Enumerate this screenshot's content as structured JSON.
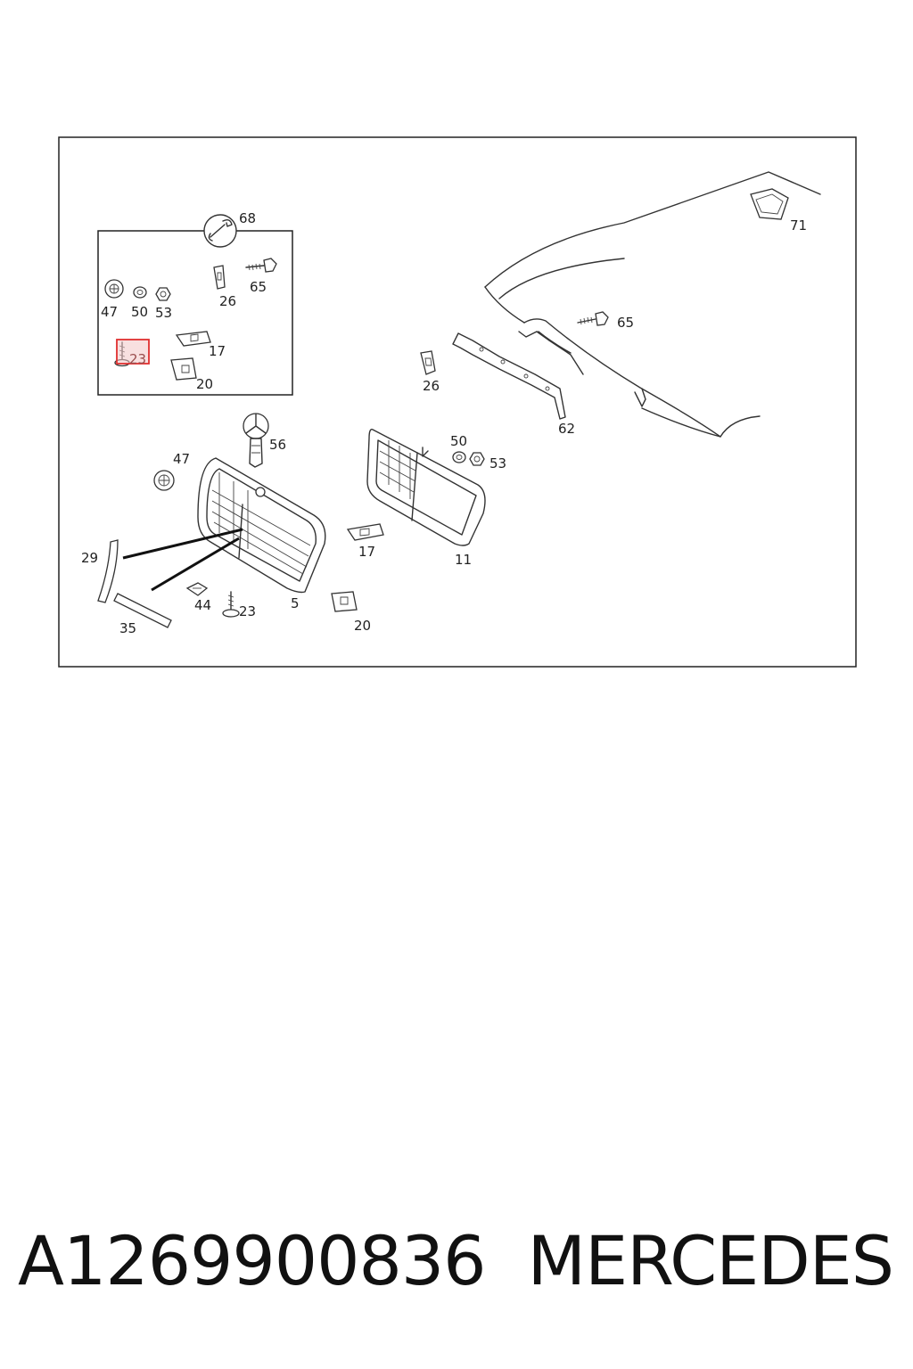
{
  "diagram": {
    "callouts": {
      "c68": "68",
      "c71": "71",
      "inset_47": "47",
      "inset_50": "50",
      "inset_53": "53",
      "inset_26": "26",
      "inset_65": "65",
      "inset_17": "17",
      "inset_23": "23",
      "inset_20": "20",
      "c65": "65",
      "c26": "26",
      "c62": "62",
      "c56": "56",
      "c47": "47",
      "c50": "50",
      "c53": "53",
      "c29": "29",
      "c17": "17",
      "c11": "11",
      "c44": "44",
      "c23": "23",
      "c5": "5",
      "c20": "20",
      "c35": "35"
    },
    "highlighted_callout": "23",
    "highlight_color": "#e03030"
  },
  "footer": {
    "part_number": "A1269900836",
    "brand": "MERCEDES"
  }
}
